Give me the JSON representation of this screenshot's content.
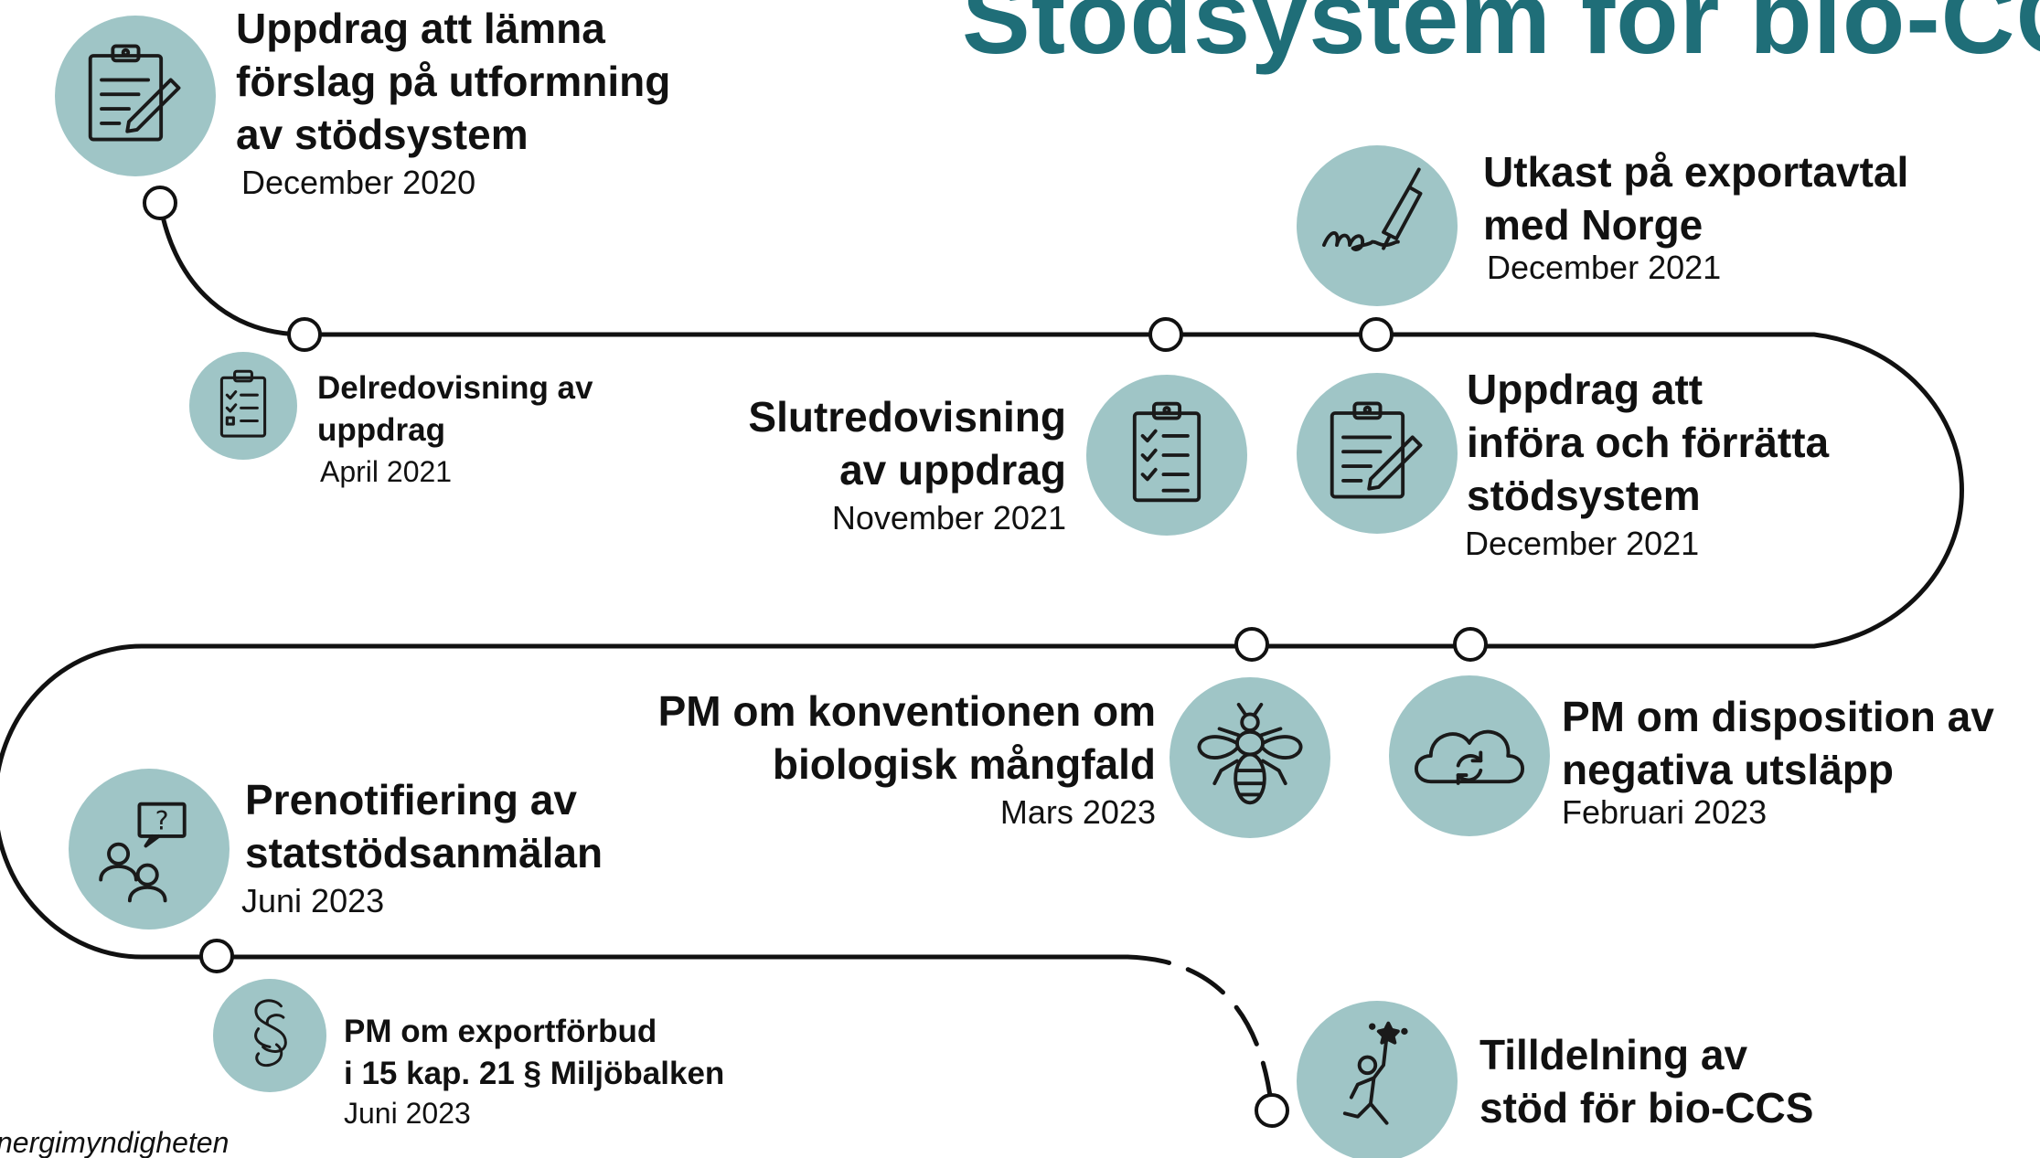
{
  "title": "Stödsystem för bio-CCS",
  "logo_text": "nergimyndigheten",
  "colors": {
    "title": "#1f6e78",
    "icon_bg": "#9fc5c6",
    "road": "#111111"
  },
  "milestones": [
    {
      "heading": [
        "Uppdrag att lämna",
        "förslag på utformning",
        "av stödsystem"
      ],
      "date": "December 2020",
      "icon": "clipboard-pen-icon"
    },
    {
      "heading": [
        "Delredovisning av",
        "uppdrag"
      ],
      "date": "April 2021",
      "icon": "checklist-icon"
    },
    {
      "heading": [
        "Slutredovisning",
        "av uppdrag"
      ],
      "date": "November 2021",
      "icon": "checklist-icon"
    },
    {
      "heading": [
        "Utkast på exportavtal",
        "med Norge"
      ],
      "date": "December 2021",
      "icon": "signature-pen-icon"
    },
    {
      "heading": [
        "Uppdrag att",
        "införa och förrätta",
        "stödsystem"
      ],
      "date": "December 2021",
      "icon": "clipboard-pen-icon"
    },
    {
      "heading": [
        "PM om konventionen om",
        "biologisk mångfald"
      ],
      "date": "Mars 2023",
      "icon": "bee-icon"
    },
    {
      "heading": [
        "PM om disposition av",
        "negativa utsläpp"
      ],
      "date": "Februari 2023",
      "icon": "cloud-cycle-icon"
    },
    {
      "heading": [
        "Prenotifiering av",
        "statstödsanmälan"
      ],
      "date": "Juni 2023",
      "icon": "people-question-icon"
    },
    {
      "heading": [
        "PM om exportförbud",
        "i 15 kap. 21 § Miljöbalken"
      ],
      "date": "Juni 2023",
      "icon": "paragraph-icon"
    },
    {
      "heading": [
        "Tilldelning av",
        "stöd för bio-CCS"
      ],
      "date": "",
      "icon": "person-reaching-star-icon"
    }
  ]
}
